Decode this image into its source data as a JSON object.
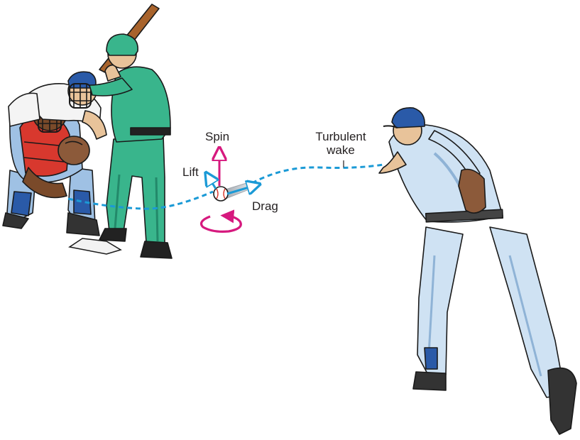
{
  "labels": {
    "spin": "Spin",
    "lift": "Lift",
    "drag": "Drag",
    "wake_line1": "Turbulent",
    "wake_line2": "wake"
  },
  "colors": {
    "trajectory": "#1b9ad6",
    "lift_arrow": "#1b9ad6",
    "drag_arrow": "#1b9ad6",
    "spin_arrow": "#d6197e",
    "rotation_arrow": "#d6197e",
    "batter_uniform": "#39b58c",
    "batter_uniform_shade": "#23896a",
    "pitcher_uniform": "#cfe2f3",
    "pitcher_uniform_shade": "#8fb3d6",
    "cap_blue": "#2a5aa8",
    "catcher_chest_protector": "#d8382e",
    "outline": "#1a1a1a"
  }
}
